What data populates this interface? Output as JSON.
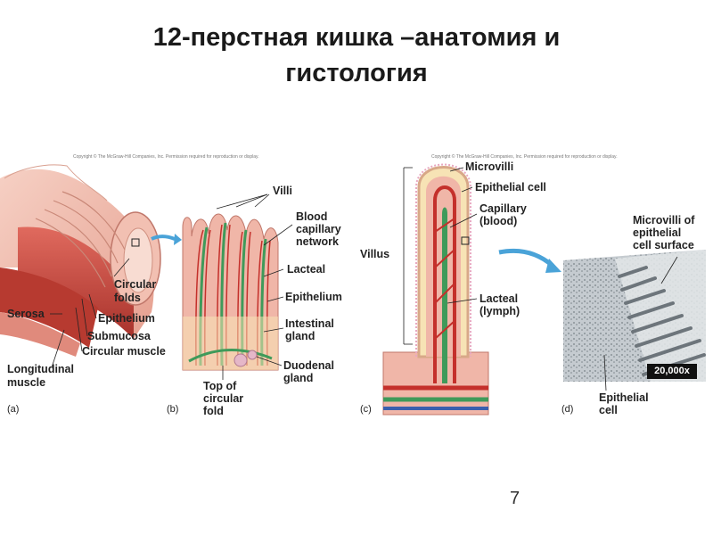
{
  "slide": {
    "title_line1": "12-перстная кишка –анатомия и",
    "title_line2": "гистология",
    "page_number": "7"
  },
  "copyright": {
    "left": "Copyright © The McGraw-Hill Companies, Inc. Permission required for reproduction or display.",
    "right": "Copyright © The McGraw-Hill Companies, Inc. Permission required for reproduction or display."
  },
  "panel_a": {
    "label": "(a)",
    "serosa": "Serosa",
    "circular_folds_1": "Circular",
    "circular_folds_2": "folds",
    "epithelium": "Epithelium",
    "submucosa": "Submucosa",
    "circular_muscle": "Circular muscle",
    "longitudinal_1": "Longitudinal",
    "longitudinal_2": "muscle"
  },
  "panel_b": {
    "label": "(b)",
    "villi": "Villi",
    "blood_cap_1": "Blood",
    "blood_cap_2": "capillary",
    "blood_cap_3": "network",
    "lacteal": "Lacteal",
    "epithelium": "Epithelium",
    "intestinal_gland_1": "Intestinal",
    "intestinal_gland_2": "gland",
    "duodenal_gland_1": "Duodenal",
    "duodenal_gland_2": "gland",
    "top_fold_1": "Top of",
    "top_fold_2": "circular",
    "top_fold_3": "fold"
  },
  "panel_c": {
    "label": "(c)",
    "microvilli": "Microvilli",
    "epithelial_cell": "Epithelial cell",
    "capillary_1": "Capillary",
    "capillary_2": "(blood)",
    "villus": "Villus",
    "lacteal_1": "Lacteal",
    "lacteal_2": "(lymph)"
  },
  "panel_d": {
    "label": "(d)",
    "microvilli_1": "Microvilli of",
    "microvilli_2": "epithelial",
    "microvilli_3": "cell surface",
    "magnification": "20,000x",
    "epithelial_1": "Epithelial",
    "epithelial_2": "cell"
  },
  "colors": {
    "tissue_pink": "#f0b6a8",
    "muscle_red": "#c9473c",
    "capillary_red": "#c4302b",
    "lacteal_green": "#3f9a5a",
    "epithelium_cream": "#f7e3b5",
    "arrow_blue": "#4aa3d8"
  }
}
